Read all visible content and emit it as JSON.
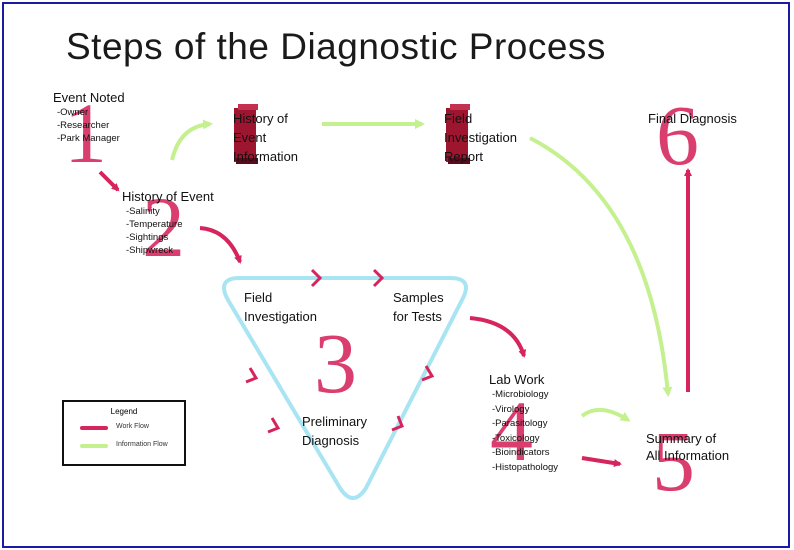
{
  "title": "Steps of the Diagnostic Process",
  "colors": {
    "work_flow": "#d6245c",
    "info_flow": "#c5f08f",
    "cycle": "#a8e4f2",
    "book": "#9e1530",
    "frame": "#1a1aa6"
  },
  "steps": {
    "s1": {
      "number": "1",
      "header": "Event Noted",
      "items": [
        "-Owner",
        "-Researcher",
        "-Park Manager"
      ]
    },
    "s2": {
      "number": "2",
      "header": "History of Event",
      "items": [
        "-Salinity",
        "-Temperature",
        "-Sightings",
        "-Shipwreck"
      ]
    },
    "s3": {
      "number": "3",
      "field": [
        "Field",
        "Investigation"
      ],
      "samples": [
        "Samples",
        "for Tests"
      ],
      "prelim": [
        "Preliminary",
        "Diagnosis"
      ]
    },
    "s4": {
      "number": "4",
      "header": "Lab Work",
      "items": [
        "-Microbiology",
        "-Virology",
        "-Parasitology",
        "-Toxicology",
        "-Bioindicators",
        "-Histopathology"
      ]
    },
    "s5": {
      "number": "5",
      "summary": [
        "Summary of",
        "All Information"
      ]
    },
    "s6": {
      "number": "6",
      "label": "Final Diagnosis"
    }
  },
  "documents": {
    "history": [
      "History of",
      "Event",
      "Information"
    ],
    "field_report": [
      "Field",
      "Investigation",
      "Report"
    ]
  },
  "legend": {
    "title": "Legend",
    "items": [
      {
        "label": "Work Flow",
        "color": "#d6245c"
      },
      {
        "label": "Information Flow",
        "color": "#c5f08f"
      }
    ]
  }
}
